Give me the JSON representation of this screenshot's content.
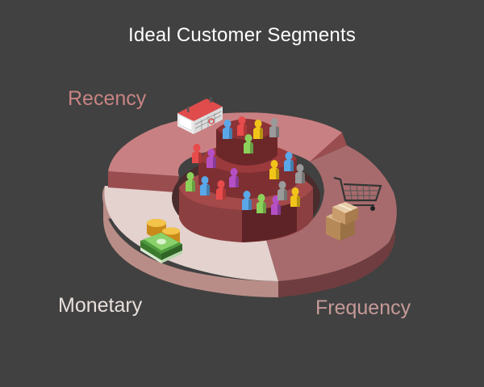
{
  "title": "Ideal Customer Segments",
  "segments": {
    "recency": {
      "label": "Recency",
      "color": "#cf8a8b"
    },
    "monetary": {
      "label": "Monetary",
      "color": "#e2cfcb"
    },
    "frequency": {
      "label": "Frequency",
      "color": "#a96a6c"
    }
  },
  "icons": {
    "recency": "calendar-icon",
    "monetary": "money-icon",
    "frequency": "shopping-cart-icon",
    "center": "customer-people-icon"
  },
  "people_colors": [
    "#e84b4b",
    "#8bd15a",
    "#5aa8e8",
    "#f0c419",
    "#b54fc4",
    "#9a9a9a"
  ]
}
